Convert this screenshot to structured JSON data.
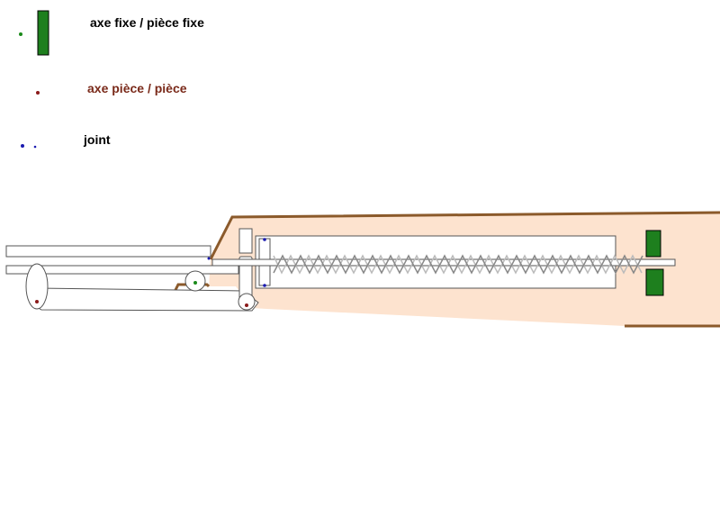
{
  "legend": {
    "fixed": {
      "label": "axe fixe / pièce fixe"
    },
    "pivot": {
      "label": "axe pièce / pièce"
    },
    "joint": {
      "label": "joint"
    }
  },
  "colors": {
    "fixed_axis": "#1a8a1a",
    "fixed_part_fill": "#1e7f1e",
    "pivot": "#8b1a1a",
    "joint": "#1a1ab0",
    "body_fill": "#fde3cf",
    "body_outline": "#8b5a2b",
    "pivot_label_text": "#7a2a1a",
    "spring": "#999999",
    "part_outline": "#555555"
  }
}
